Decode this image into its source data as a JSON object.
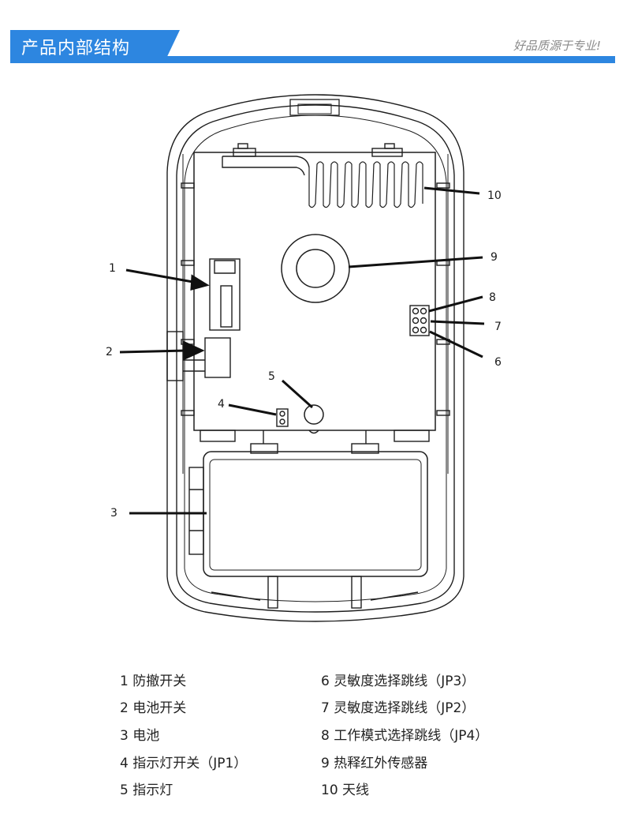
{
  "header": {
    "title": "产品内部结构",
    "slogan": "好品质源于专业!",
    "accent_color": "#2d86e0"
  },
  "callouts": [
    "1",
    "2",
    "3",
    "4",
    "5",
    "6",
    "7",
    "8",
    "9",
    "10"
  ],
  "legend": {
    "left": [
      "1 防撤开关",
      "2 电池开关",
      "3 电池",
      "4 指示灯开关（JP1）",
      "5 指示灯"
    ],
    "right": [
      "6 灵敏度选择跳线（JP3）",
      "7 灵敏度选择跳线（JP2）",
      "8 工作模式选择跳线（JP4）",
      "9 热释红外传感器",
      "10 天线"
    ]
  }
}
